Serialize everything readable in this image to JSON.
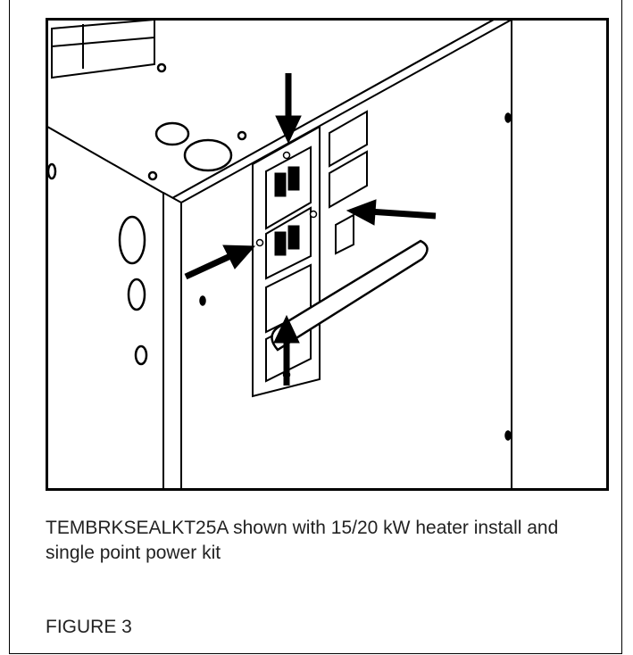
{
  "caption": "TEMBRKSEALKT25A shown with 15/20 kW heater install and single point power kit",
  "figure_label": "FIGURE 3",
  "illustration": {
    "subject": "furnace cabinet with breaker seal plate",
    "callout_arrows": 4,
    "line_color": "#000000",
    "fill_color": "#ffffff"
  }
}
